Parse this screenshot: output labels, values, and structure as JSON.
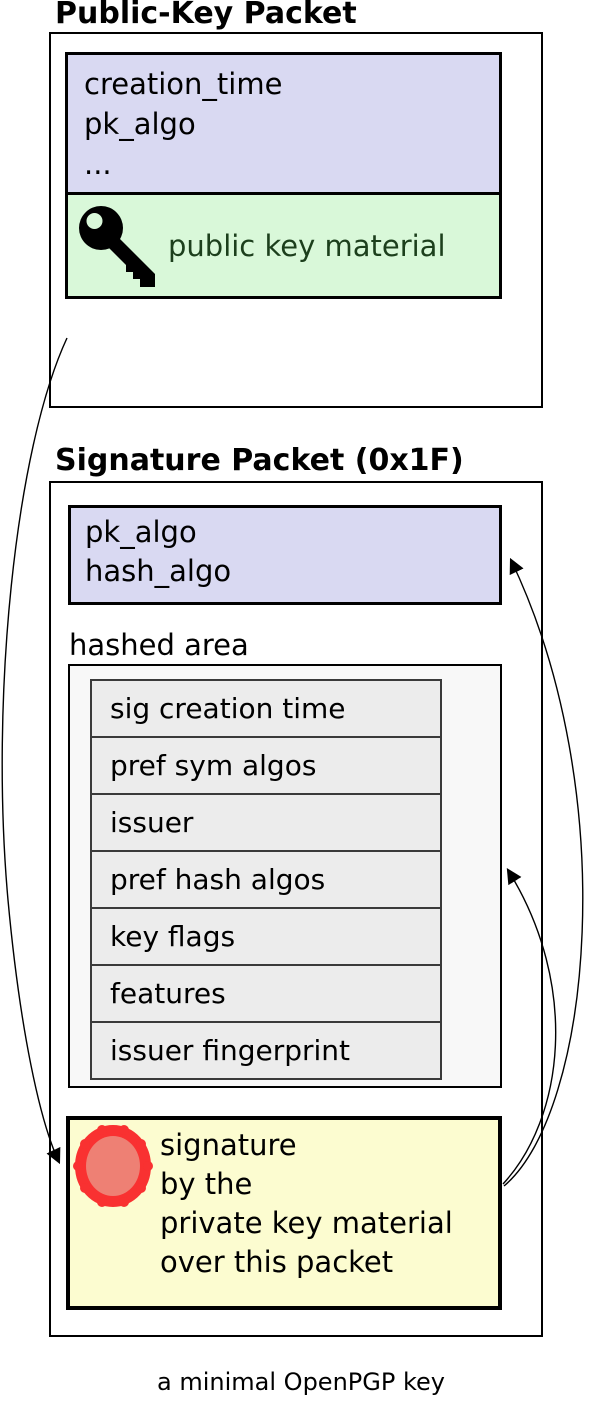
{
  "caption": "a minimal OpenPGP key",
  "public_key_packet": {
    "title": "Public-Key Packet",
    "header_fields": [
      "creation_time",
      "pk_algo",
      "..."
    ],
    "key_material_label": "public key material",
    "key_icon": "key-icon"
  },
  "signature_packet": {
    "title": "Signature Packet (0x1F)",
    "header_fields": [
      "pk_algo",
      "hash_algo"
    ],
    "hashed_area_label": "hashed area",
    "hashed_area_rows": [
      "sig creation time",
      "pref sym algos",
      "issuer",
      "pref hash algos",
      "key flags",
      "features",
      "issuer fingerprint"
    ],
    "signature_lines": [
      "signature",
      "by the",
      "private key material",
      "over this packet"
    ],
    "seal_icon": "wax-seal-icon"
  },
  "colors": {
    "header_fill": "#d9d9f2",
    "key_material_fill": "#d9f8d9",
    "key_material_text": "#1c3f1c",
    "hashed_area_fill": "#f8f8f8",
    "row_fill": "#ececec",
    "signature_fill": "#fcfcd0",
    "seal_outer": "#f93131",
    "seal_inner": "#ee8074",
    "border": "#000000"
  }
}
